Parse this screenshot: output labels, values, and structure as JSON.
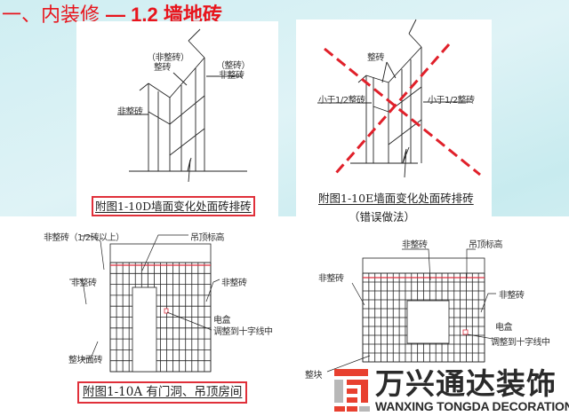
{
  "header": {
    "title_prefix": "一、内装修 ",
    "title_dash": "— 1.2 ",
    "title_suffix": "墙地砖",
    "accent_color": "#e8141c"
  },
  "figure_d": {
    "label_top_paren": "（非整砖）",
    "label_top": "整砖",
    "label_right_paren": "（整砖）",
    "label_right": "非整砖",
    "label_left": "非整砖",
    "caption": "附图1-10D墙面变化处面砖排砖"
  },
  "figure_e": {
    "label_top": "整砖",
    "label_left": "小于1/2整砖",
    "label_right": "小于1/2整砖",
    "caption": "附图1-10E墙面变化处面砖排砖",
    "caption_sub": "（错误做法）",
    "cross_color": "#e0202a"
  },
  "figure_a": {
    "label_top_left": "非整砖（1/2砖以上）",
    "label_ceiling": "吊顶标高",
    "label_left": "非整砖",
    "label_right": "非整砖",
    "label_box": "电盒",
    "label_box_note": "调整到十字线中",
    "label_bottom_left": "整块面砖",
    "caption": "附图1-10A 有门洞、吊顶房间"
  },
  "figure_b": {
    "label_top": "非整砖",
    "label_ceiling": "吊顶标高",
    "label_left": "非整砖",
    "label_right": "非整砖",
    "label_box": "电盒",
    "label_box_note": "调整到十字线中",
    "label_bottom_left": "整块"
  },
  "watermark": {
    "name_cn": "万兴通达装饰",
    "name_en": "WANXING TONGDA DECORATION",
    "brand_color": "#e8402f"
  }
}
